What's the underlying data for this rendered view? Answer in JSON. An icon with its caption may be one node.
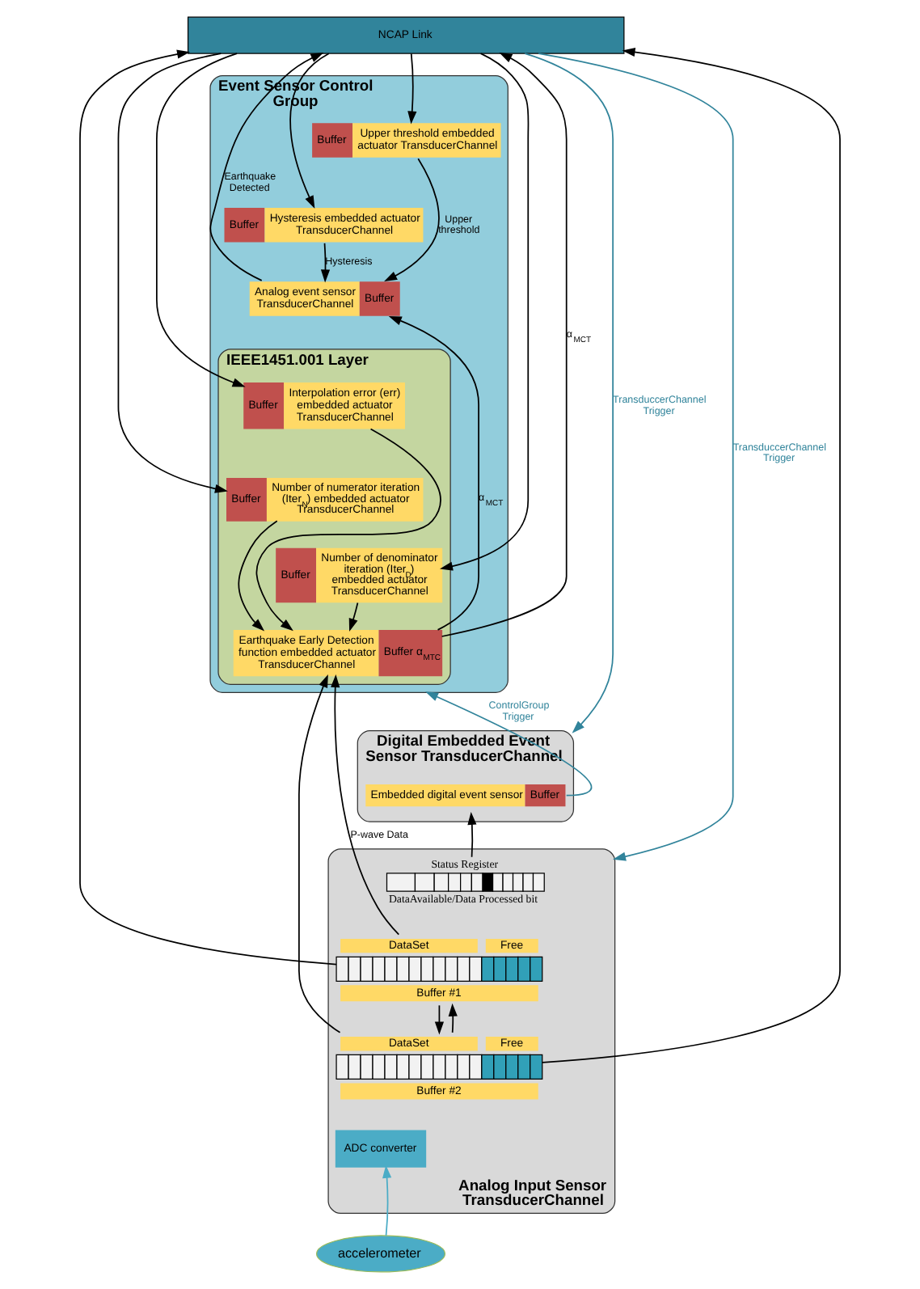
{
  "diagram": {
    "nodes": [
      {
        "text": [
          "NCAP Link"
        ]
      },
      {
        "text": [
          "Event Sensor Control Group"
        ]
      },
      {
        "text": [
          "Buffer",
          "Upper threshold embedded actuator TransducerChannel"
        ],
        "in": 1
      },
      {
        "text": [
          "Buffer",
          "Hysteresis embedded actuator TransducerChannel"
        ],
        "in": 1
      },
      {
        "text": [
          "Analog event sensor TransducerChannel",
          "Buffer"
        ],
        "in": 1
      },
      {
        "text": [
          "IEEE1451.001 Layer"
        ],
        "in": 1
      },
      {
        "text": [
          "Buffer",
          "Interpolation error (err) embedded actuator TransducerChannel"
        ],
        "in": 5
      },
      {
        "text": [
          "Buffer",
          "Number of numerator iteration (Iter$_{N}$) embedded actuator TransducerChannel"
        ],
        "in": 5
      },
      {
        "text": [
          "Buffer",
          "Number of denominator iteration (Iter$_{D}$) embedded actuator TransducerChannel"
        ],
        "in": 5
      },
      {
        "text": [
          "Earthquake Early Detection function embedded actuator TransducerChannel",
          "Buffer α$_{MTC}$"
        ],
        "in": 5
      },
      {
        "text": [
          "Digital Embedded Event Sensor TransducerChannel"
        ]
      },
      {
        "text": [
          "Embedded digital event sensor",
          "Buffer"
        ],
        "in": 10
      },
      {
        "text": [
          "Analog Input Sensor TransducerChannel"
        ]
      },
      {
        "text": [
          "Status Register"
        ],
        "beside": [
          "DataAvailable/Data Processed bit"
        ],
        "in": 12
      },
      {
        "text": [
          "DataSet",
          "Free",
          "Buffer #1"
        ],
        "in": 12
      },
      {
        "text": [
          "DataSet",
          "Free",
          "Buffer #2"
        ],
        "in": 12
      },
      {
        "text": [
          "ADC converter"
        ],
        "in": 12
      },
      {
        "text": [
          "accelerometer"
        ]
      }
    ],
    "edges": [
      {
        "from": 0,
        "to": 2,
        "arrow": "to"
      },
      {
        "from": 0,
        "to": 3,
        "arrow": "to"
      },
      {
        "from": 0,
        "to": 6,
        "arrow": "to"
      },
      {
        "from": 0,
        "to": 7,
        "arrow": "to"
      },
      {
        "from": 0,
        "to": 8,
        "arrow": "to"
      },
      {
        "from": 2,
        "to": 4,
        "arrow": "to",
        "label": "Upper threshold"
      },
      {
        "from": 3,
        "to": 4,
        "arrow": "to",
        "label": "Hysteresis"
      },
      {
        "from": 4,
        "to": 0,
        "arrow": "to",
        "label": "Earthquake Detected"
      },
      {
        "from": 9,
        "to": 0,
        "arrow": "to",
        "label": "α$_{MCT}$"
      },
      {
        "from": 9,
        "to": 4,
        "arrow": "to",
        "label": "α$_{MCT}$"
      },
      {
        "from": 6,
        "to": 9,
        "arrow": "to"
      },
      {
        "from": 7,
        "to": 9,
        "arrow": "to"
      },
      {
        "from": 8,
        "to": 9,
        "arrow": "to"
      },
      {
        "from": 14,
        "to": 9,
        "arrow": "to",
        "label": "P-wave Data"
      },
      {
        "from": 15,
        "to": 9,
        "arrow": "to"
      },
      {
        "from": 14,
        "to": 0,
        "arrow": "to"
      },
      {
        "from": 15,
        "to": 0,
        "arrow": "to"
      },
      {
        "from": 13,
        "to": 11,
        "arrow": "to"
      },
      {
        "from": 11,
        "to": 1,
        "arrow": "to",
        "label": "ControlGroup Trigger",
        "color": "#31849b"
      },
      {
        "from": 0,
        "to": 10,
        "arrow": "to",
        "label": "TransduccerChannel Trigger",
        "color": "#31849b"
      },
      {
        "from": 0,
        "to": 12,
        "arrow": "to",
        "label": "TransduccerChannel Trigger",
        "color": "#31849b"
      },
      {
        "from": 14,
        "to": 15,
        "arrow": "to"
      },
      {
        "from": 15,
        "to": 14,
        "arrow": "to"
      },
      {
        "from": 17,
        "to": 16,
        "arrow": "to",
        "color": "#4bacc6"
      }
    ]
  }
}
